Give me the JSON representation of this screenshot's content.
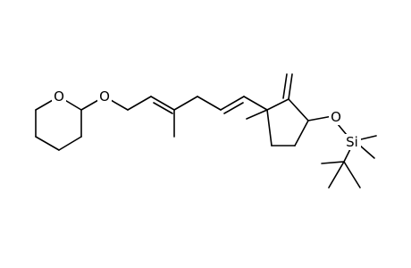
{
  "colors": {
    "background": "#ffffff",
    "bond": "#000000",
    "atom_text": "#000000"
  },
  "atoms": {
    "ring_oxygen": "O",
    "ether_oxygen": "O",
    "silyl_ether_oxygen": "O",
    "silicon": "Si"
  }
}
